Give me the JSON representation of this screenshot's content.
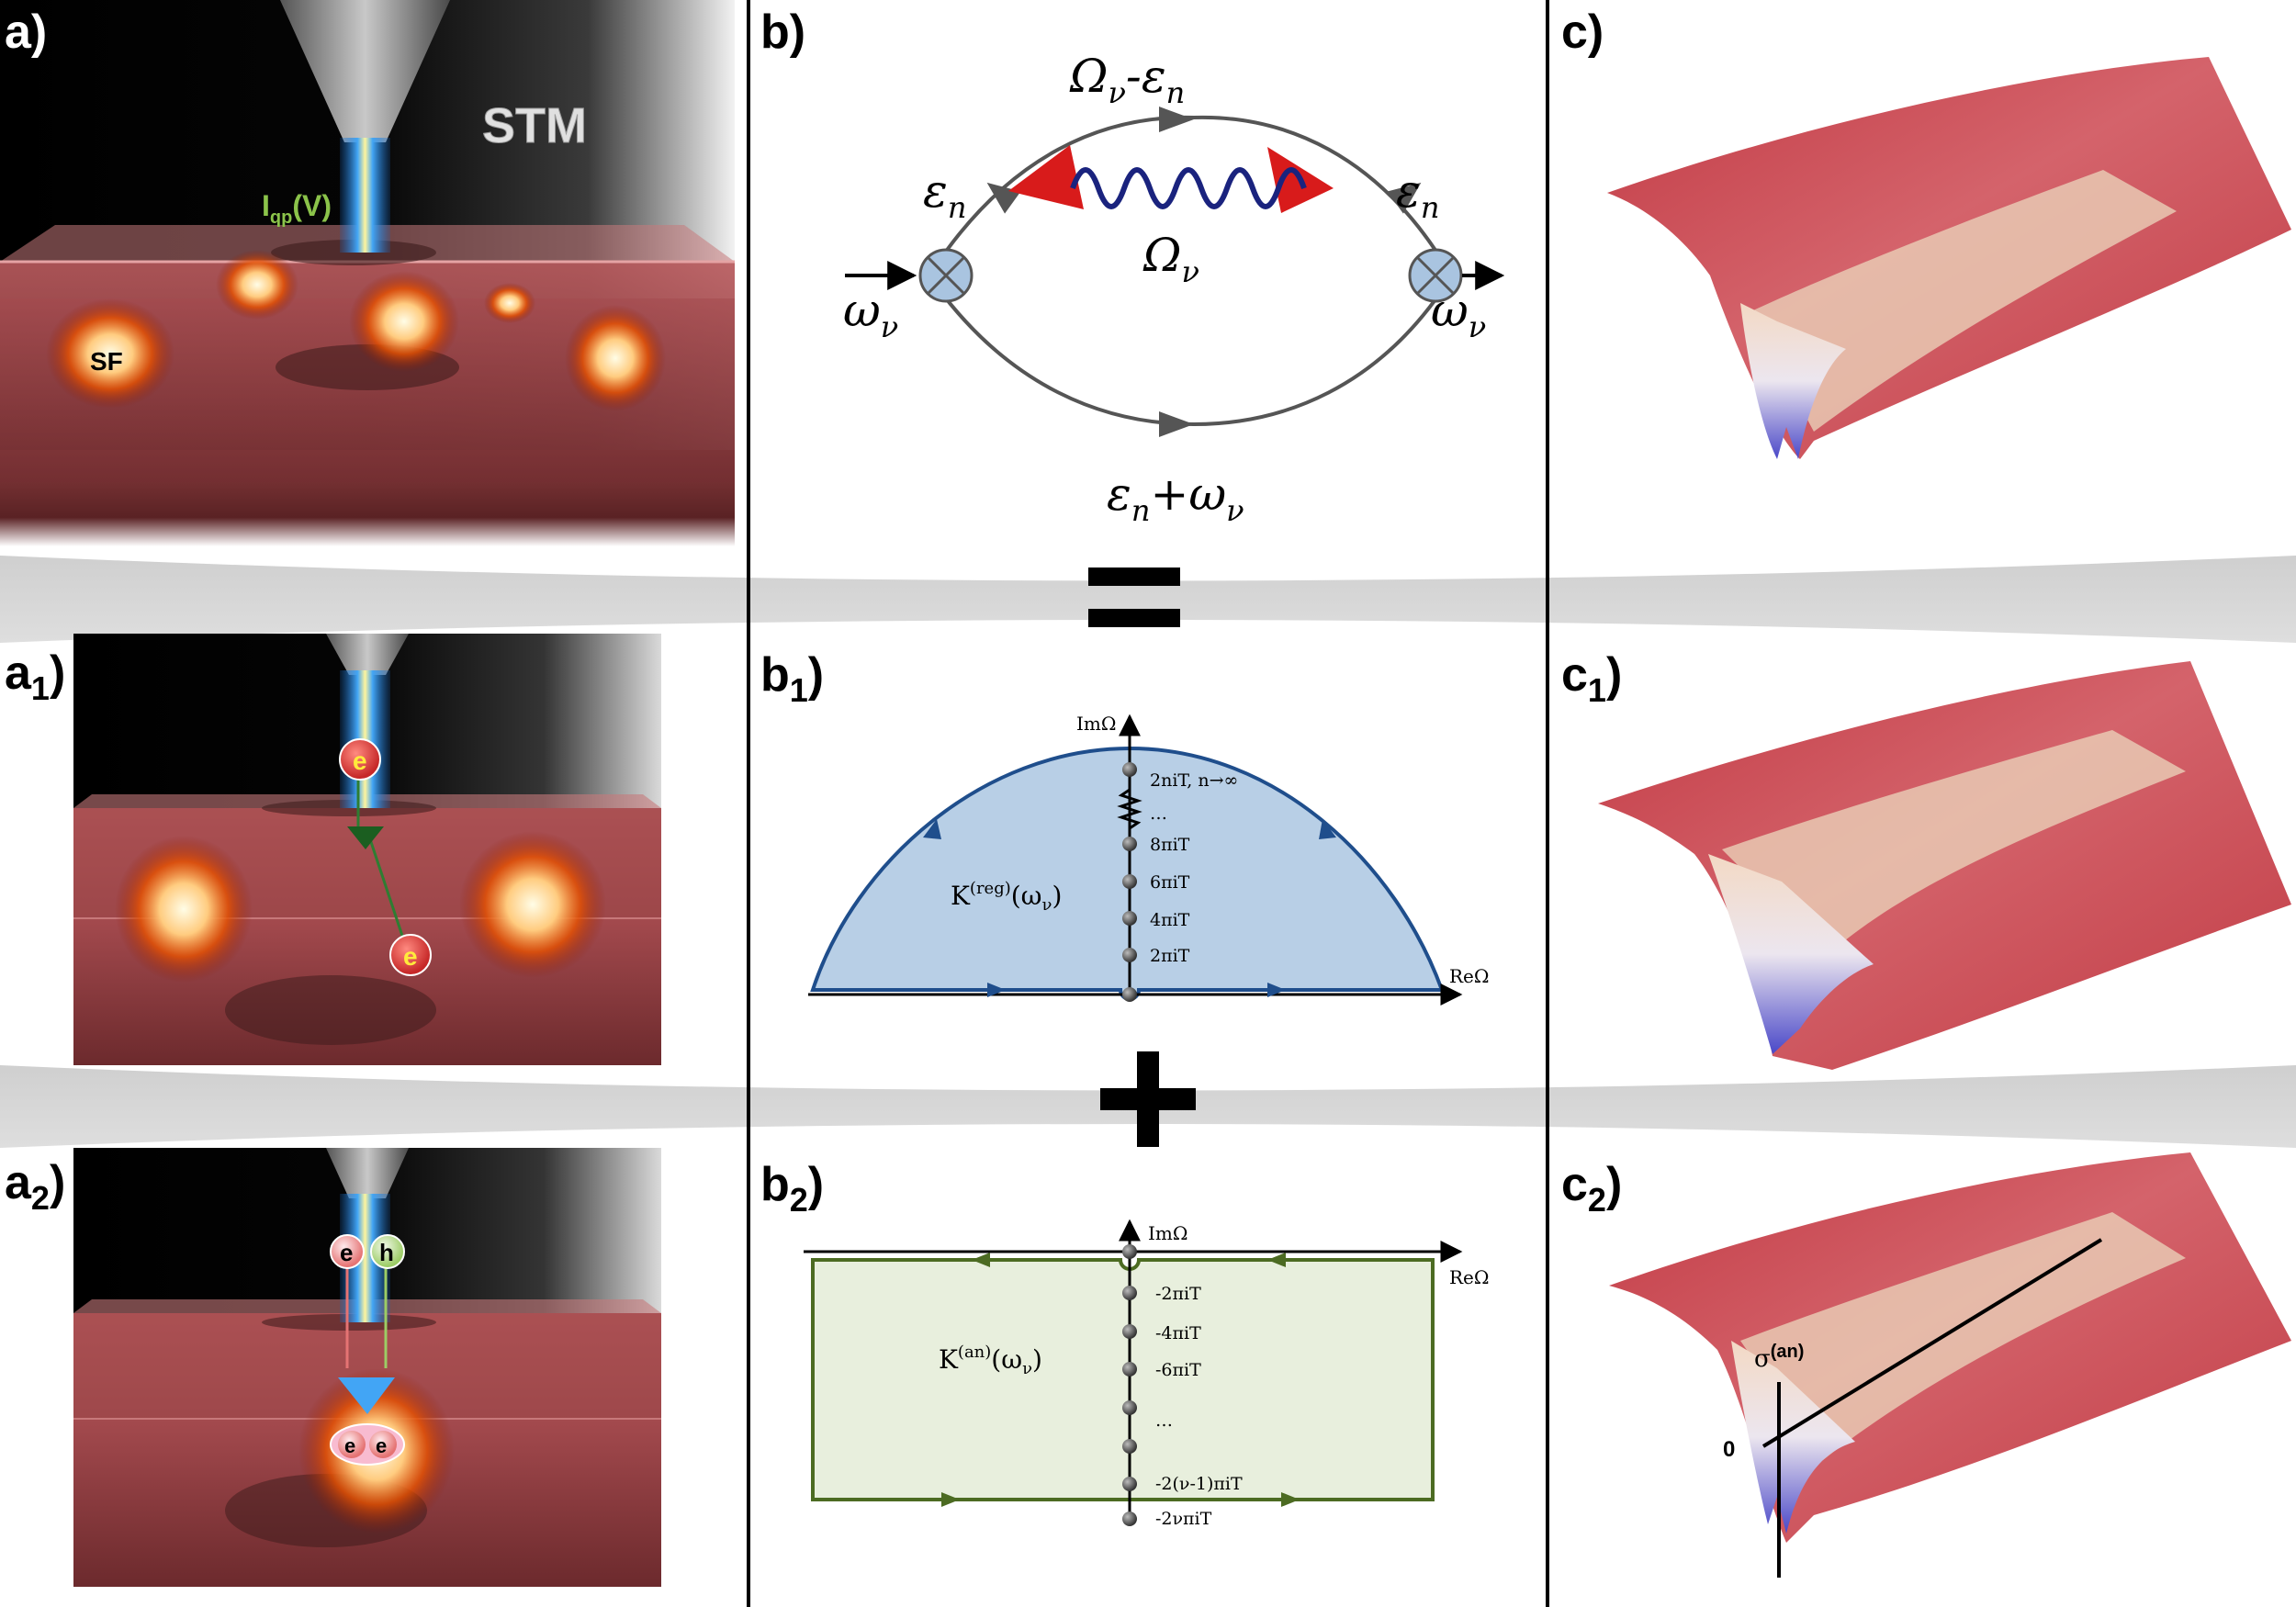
{
  "labels": {
    "a": "a)",
    "b": "b)",
    "c": "c)",
    "a1_main": "a",
    "a1_sub": "1",
    "a1_paren": ")",
    "b1_main": "b",
    "b1_sub": "1",
    "b1_paren": ")",
    "c1_main": "c",
    "c1_sub": "1",
    "c1_paren": ")",
    "a2_main": "a",
    "a2_sub": "2",
    "a2_paren": ")",
    "b2_main": "b",
    "b2_sub": "2",
    "b2_paren": ")",
    "c2_main": "c",
    "c2_sub": "2",
    "c2_paren": ")"
  },
  "panel_a": {
    "stm": "STM",
    "iqp_main": "I",
    "iqp_sub": "qp",
    "iqp_arg": "(V)",
    "sf": "SF"
  },
  "panel_a1": {
    "e_top": "e",
    "e_bottom": "e"
  },
  "panel_a2": {
    "e": "e",
    "h": "h",
    "pair_e1": "e",
    "pair_e2": "e"
  },
  "panel_b": {
    "omega": "Ω",
    "nu": "ν",
    "minus": "-",
    "eps": "ε",
    "n": "n",
    "plus": "+",
    "w": "ω"
  },
  "panel_b1": {
    "im_axis": "ImΩ",
    "re_axis": "ReΩ",
    "kernel_main": "K",
    "kernel_sup": "(reg)",
    "kernel_arg": "(ω",
    "kernel_sub": "ν",
    "kernel_close": ")",
    "poles": [
      "2niT, n→∞",
      "…",
      "8πiT",
      "6πiT",
      "4πiT",
      "2πiT"
    ]
  },
  "panel_b2": {
    "im_axis": "ImΩ",
    "re_axis": "ReΩ",
    "kernel_main": "K",
    "kernel_sup": "(an)",
    "kernel_arg": "(ω",
    "kernel_sub": "ν",
    "kernel_close": ")",
    "poles": [
      "-2πiT",
      "-4πiT",
      "-6πiT",
      "…",
      "-2(ν-1)πiT",
      "-2νπiT"
    ]
  },
  "panel_c2": {
    "sigma": "σ",
    "sigma_sup": "(an)",
    "zero": "0"
  },
  "colors": {
    "dirac_blue": "#1a237e",
    "vertex_fill": "#a9c4e0",
    "contour_b1_fill": "#b8cfe6",
    "contour_b1_line": "#1f4e8c",
    "contour_b2_fill": "#e8efdd",
    "contour_b2_line": "#4c6b22",
    "triangle_red": "#d81b1b",
    "surface_red": "#c9424a"
  },
  "icons": [
    "stm-tip-icon",
    "electron-icon",
    "hole-icon",
    "equals-icon",
    "plus-icon"
  ]
}
